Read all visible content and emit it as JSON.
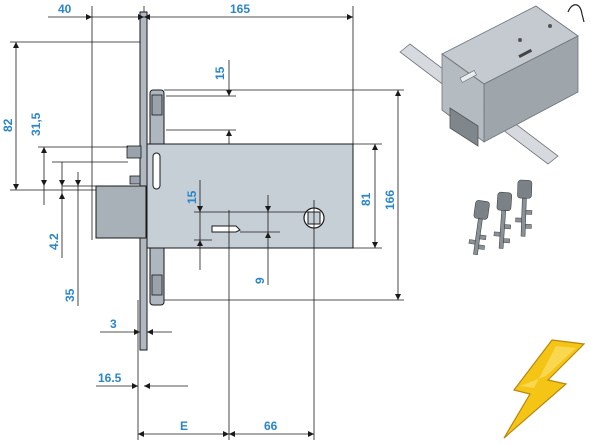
{
  "dimensions": {
    "top_width_40": "40",
    "top_width_165": "165",
    "left_82": "82",
    "left_31_5": "31,5",
    "left_4_2": "4.2",
    "left_35": "35",
    "bolt_15_top": "15",
    "body_81": "81",
    "total_166": "166",
    "key_15": "15",
    "key_9": "9",
    "faceplate_3": "3",
    "offset_16_5": "16.5",
    "backset_E": "E",
    "center_66": "66"
  },
  "colors": {
    "dimension_text": "#2b86c5",
    "lock_body": "#c6ced6",
    "faceplate": "#b0b8c1",
    "bolt": "#a8b0b8",
    "lightning": "#f4c514"
  },
  "icons": [
    "lock-product-photo",
    "keys-photo",
    "lightning-bolt-icon"
  ]
}
